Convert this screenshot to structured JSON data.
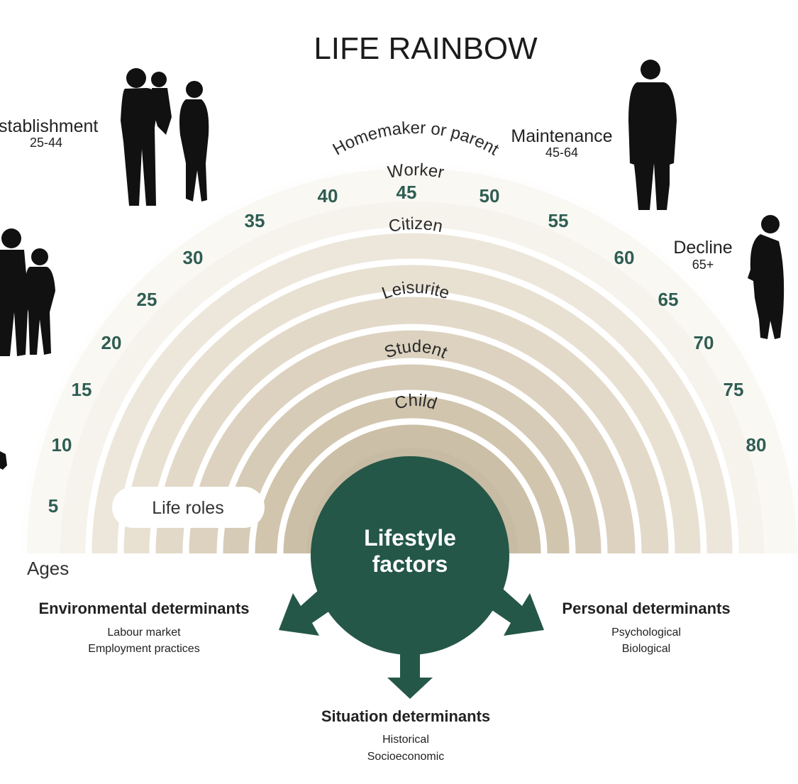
{
  "title": "LIFE RAINBOW",
  "stages": [
    {
      "label": "stablishment",
      "ages": "25-44"
    },
    {
      "label": "Maintenance",
      "ages": "45-64"
    },
    {
      "label": "Decline",
      "ages": "65+"
    }
  ],
  "age_ticks": [
    "5",
    "10",
    "15",
    "20",
    "25",
    "30",
    "35",
    "40",
    "45",
    "50",
    "55",
    "60",
    "65",
    "70",
    "75",
    "80"
  ],
  "roles": [
    "Homemaker or parent",
    "Worker",
    "Citizen",
    "Leisurite",
    "Student",
    "Child"
  ],
  "life_roles_label": "Life roles",
  "ages_label": "Ages",
  "center": {
    "line1": "Lifestyle",
    "line2": "factors"
  },
  "determinants": {
    "environmental": {
      "title": "Environmental determinants",
      "items": [
        "Labour market",
        "Employment practices"
      ]
    },
    "personal": {
      "title": "Personal determinants",
      "items": [
        "Psychological",
        "Biological"
      ]
    },
    "situation": {
      "title": "Situation determinants",
      "items": [
        "Historical",
        "Socioeconomic"
      ]
    }
  },
  "colors": {
    "accent": "#245748",
    "tick": "#2f5d53",
    "band_light": "#f6f3ec",
    "band_dark": "#c7bba3",
    "silhouette": "#111111",
    "text": "#222222"
  }
}
